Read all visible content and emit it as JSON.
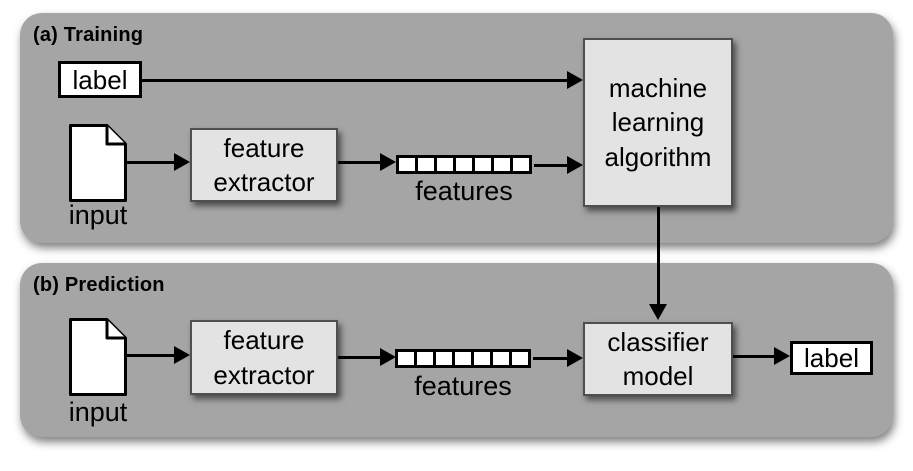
{
  "colors": {
    "panel_bg": "#a5a5a5",
    "box_bg": "#e3e3e3",
    "box_border": "#4f4f4f",
    "ink": "#000000",
    "paper": "#ffffff"
  },
  "training": {
    "title": "(a) Training",
    "label_box_text": "label",
    "input_caption": "input",
    "feature_extractor_label": "feature extractor",
    "features_caption": "features",
    "feature_cell_count": 7,
    "ml_algorithm_label": "machine learning algorithm"
  },
  "prediction": {
    "title": "(b) Prediction",
    "input_caption": "input",
    "feature_extractor_label": "feature extractor",
    "features_caption": "features",
    "feature_cell_count": 7,
    "classifier_label": "classifier model",
    "label_box_text": "label"
  }
}
